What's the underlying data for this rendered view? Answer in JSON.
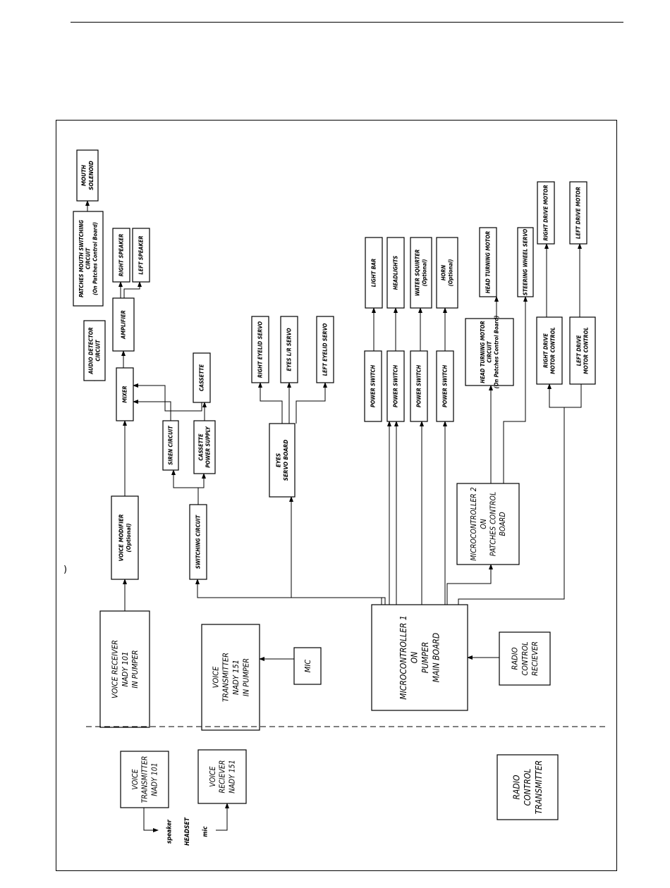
{
  "diagram": {
    "blocks": {
      "mouth_solenoid": [
        "MOUTH",
        "SOLENOID"
      ],
      "patches_mouth_switching": [
        "PATCHES MOUTH SWITCHING",
        "CIRCUIT",
        "(On Patches Control Board)"
      ],
      "audio_detector": [
        "AUDIO DETECTOR",
        "CIRCUIT"
      ],
      "amplifier": [
        "AMPLIFIER"
      ],
      "right_speaker": [
        "RIGHT SPEAKER"
      ],
      "left_speaker": [
        "LEFT SPEAKER"
      ],
      "mixer": [
        "MIXER"
      ],
      "cassette": [
        "CASSETTE"
      ],
      "siren_circuit": [
        "SIREN CIRCUIT"
      ],
      "cassette_power_supply": [
        "CASSETTE",
        "POWER SUPPLY"
      ],
      "switching_circuit": [
        "SWITCHING CIRCUIT"
      ],
      "voice_modifier": [
        "VOICE MODIFIER",
        "(Optional)"
      ],
      "voice_receiver_pumper": [
        "VOICE RECEIVER",
        "NADY 101",
        "IN PUMPER"
      ],
      "voice_transmitter_pumper": [
        "VOICE",
        "TRANSMITTER",
        "NADY 151",
        "IN PUMPER"
      ],
      "mic": [
        "MIC"
      ],
      "right_eyelid_servo": [
        "RIGHT EYELID SERVO"
      ],
      "eyes_lr_servo": [
        "EYES L/R SERVO"
      ],
      "left_eyelid_servo": [
        "LEFT EYELID SERVO"
      ],
      "eyes_servo_board": [
        "EYES",
        "SERVO BOARD"
      ],
      "light_bar": [
        "LIGHT BAR"
      ],
      "headlights": [
        "HEADLIGHTS"
      ],
      "water_squirter": [
        "WATER SQUIRTER",
        "(Optional)"
      ],
      "horn": [
        "HORN",
        "(Optional)"
      ],
      "power_switch_1": [
        "POWER SWITCH"
      ],
      "power_switch_2": [
        "POWER SWITCH"
      ],
      "power_switch_3": [
        "POWER SWITCH"
      ],
      "power_switch_4": [
        "POWER SWITCH"
      ],
      "head_turning_motor": [
        "HEAD TURNING MOTOR"
      ],
      "head_turning_motor_circuit": [
        "HEAD TURNING MOTOR",
        "CIRCUIT",
        "(On Patches Control Board)"
      ],
      "steering_wheel_servo": [
        "STEERING WHEEL SERVO"
      ],
      "right_drive_motor": [
        "RIGHT DRIVE MOTOR"
      ],
      "left_drive_motor": [
        "LEFT DRIVE MOTOR"
      ],
      "right_drive_motor_control": [
        "RIGHT DRIVE",
        "MOTOR CONTROL"
      ],
      "left_drive_motor_control": [
        "LEFT DRIVE",
        "MOTOR CONTROL"
      ],
      "microcontroller_2": [
        "MICROCONTROLLER 2",
        "ON",
        "PATCHES CONTROL",
        "BOARD"
      ],
      "microcontroller_1": [
        "MICROCONTROLLER 1",
        "ON",
        "PUMPER",
        "MAIN BOARD"
      ],
      "radio_control_receiver": [
        "RADIO",
        "CONTROL",
        "RECIEVER"
      ],
      "voice_transmitter_headset": [
        "VOICE",
        "TRANSMITTER",
        "NADY 101"
      ],
      "voice_receiver_headset": [
        "VOICE",
        "RECIEVER",
        "NADY 151"
      ],
      "headset_speaker": [
        "speaker"
      ],
      "headset": [
        "HEADSET"
      ],
      "headset_mic": [
        "mic"
      ],
      "radio_control_transmitter": [
        "RADIO",
        "CONTROL",
        "TRANSMITTER"
      ]
    }
  }
}
